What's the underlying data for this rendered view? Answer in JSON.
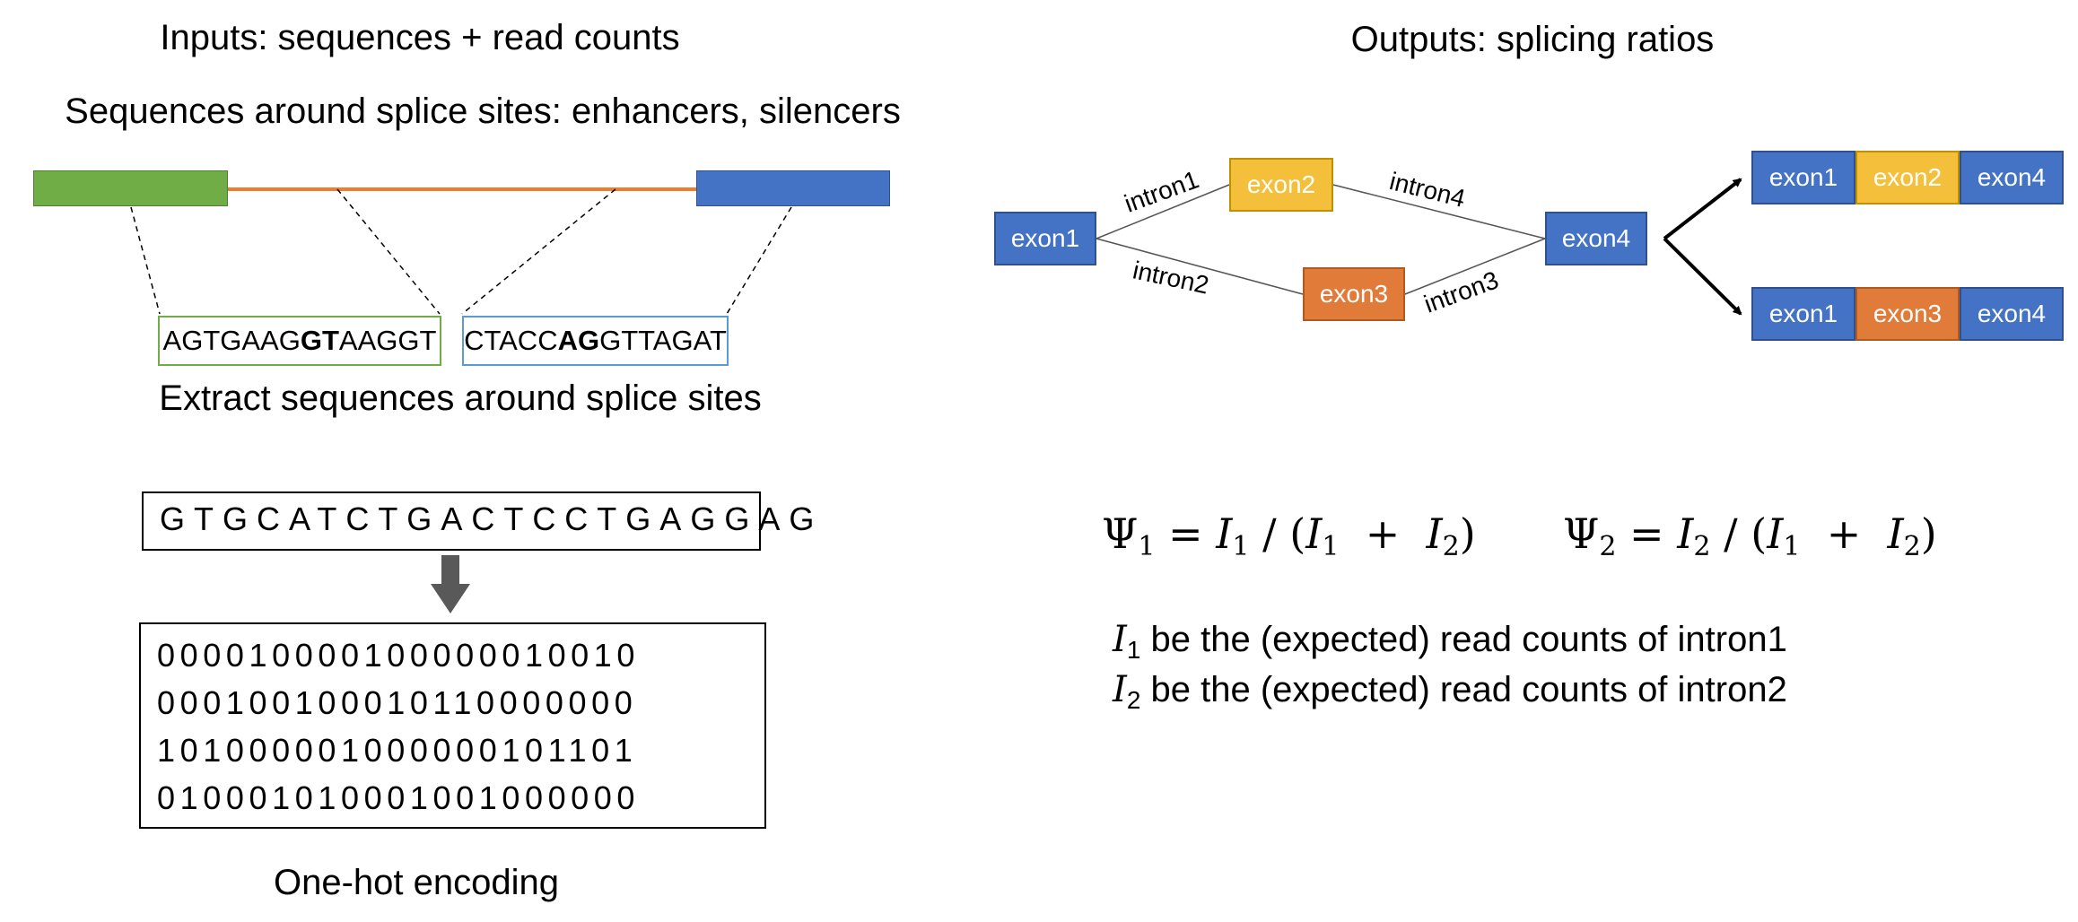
{
  "left": {
    "inputs_title": "Inputs: sequences + read counts",
    "sequences_subtitle": "Sequences around splice sites: enhancers, silencers",
    "seq_box1": {
      "pre": "AGTGAAG",
      "bold": "GT",
      "post": "AAGGT"
    },
    "seq_box2": {
      "pre": "CTACC",
      "bold": "AG",
      "post": "GTTAGAT"
    },
    "extract_caption": "Extract sequences around splice sites",
    "gene_sequence": "GTGCATCTGACTCCTGAGGAG",
    "one_hot_rows": [
      "000010000100000010010",
      "000100100010110000000",
      "101000001000000101101",
      "010001010001001000000"
    ],
    "encoding_caption": "One-hot encoding",
    "colors": {
      "exon_green": "#70ad47",
      "exon_blue": "#4472c4",
      "intron_orange": "#ed7d31",
      "box_green": "#70ad47",
      "box_blue": "#5b9bd5"
    }
  },
  "right": {
    "outputs_title": "Outputs: splicing ratios",
    "exons": {
      "exon1": "exon1",
      "exon2": "exon2",
      "exon3": "exon3",
      "exon4": "exon4"
    },
    "introns": {
      "intron1": "intron1",
      "intron2": "intron2",
      "intron3": "intron3",
      "intron4": "intron4"
    },
    "isoform1": [
      "exon1",
      "exon2",
      "exon4"
    ],
    "isoform2": [
      "exon1",
      "exon3",
      "exon4"
    ],
    "formula1": {
      "lhs": "Ψ",
      "lhs_sub": "1",
      "num": "I",
      "num_sub": "1",
      "a": "I",
      "a_sub": "1",
      "b": "I",
      "b_sub": "2"
    },
    "formula2": {
      "lhs": "Ψ",
      "lhs_sub": "2",
      "num": "I",
      "num_sub": "2",
      "a": "I",
      "a_sub": "1",
      "b": "I",
      "b_sub": "2"
    },
    "def1": {
      "var": "I",
      "sub": "1",
      "text": " be the (expected) read counts of intron1"
    },
    "def2": {
      "var": "I",
      "sub": "2",
      "text": " be the (expected) read counts of intron2"
    },
    "colors": {
      "exon_blue": "#4472c4",
      "exon_yellow": "#f4c03c",
      "exon_orange": "#e07b3a"
    }
  }
}
